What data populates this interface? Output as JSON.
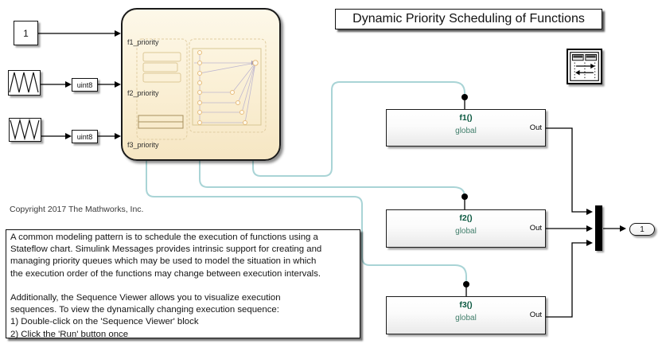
{
  "title_banner": "Dynamic Priority Scheduling of Functions",
  "copyright": "Copyright 2017 The Mathworks, Inc.",
  "description": "A common modeling pattern is to schedule the execution of functions using a\nStateflow chart. Simulink Messages provides intrinsic support for creating and\nmanaging priority queues which may be used to model the situation in which\nthe execution order of the functions may change between execution intervals.\n\nAdditionally, the Sequence Viewer allows you to visualize execution\nsequences. To view the dynamically changing execution sequence:\n1) Double-click on the 'Sequence Viewer' block\n2) Click the 'Run' button once",
  "blocks": {
    "constant": {
      "value": "1"
    },
    "uint8_upper": {
      "label": "uint8"
    },
    "uint8_lower": {
      "label": "uint8"
    },
    "chart": {
      "ports": [
        "f1_priority",
        "f2_priority",
        "f3_priority"
      ]
    },
    "f1": {
      "title": "f1()",
      "subtitle": "global",
      "out_label": "Out"
    },
    "f2": {
      "title": "f2()",
      "subtitle": "global",
      "out_label": "Out"
    },
    "f3": {
      "title": "f3()",
      "subtitle": "global",
      "out_label": "Out"
    },
    "outport": {
      "value": "1"
    }
  },
  "icons": {
    "sequence_viewer": "sequence-viewer-icon",
    "waveform_upper": "triangle-wave-icon",
    "waveform_lower": "inverted-triangle-wave-icon"
  },
  "colors": {
    "function_title_green": "#0d5a42",
    "function_subtitle_teal": "#417e6b",
    "function_call_wire": "#a9d4d6",
    "chart_fill_top": "#fdf8e9",
    "chart_fill_bottom": "#f6e6c3"
  }
}
